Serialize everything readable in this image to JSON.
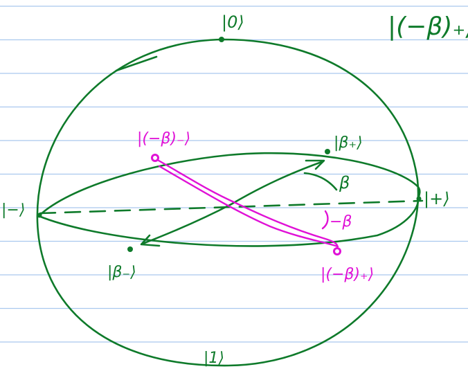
{
  "colors": {
    "paper": "#ffffff",
    "rule_line": "#a9c8ee",
    "ink_green": "#0e7a2a",
    "ink_magenta": "#e011d6"
  },
  "labels": {
    "top_pole": "|0⟩",
    "bottom_pole": "|1⟩",
    "plus": "|+⟩",
    "minus": "|−⟩",
    "beta_plus": "|β₊⟩",
    "beta_minus": "|β₋⟩",
    "neg_beta_minus": "|(−β)₋⟩",
    "neg_beta_plus": "|(−β)₊⟩",
    "corner_note": "|(−β)₊⟩",
    "angle_beta": "β",
    "angle_neg_beta": "−β"
  }
}
